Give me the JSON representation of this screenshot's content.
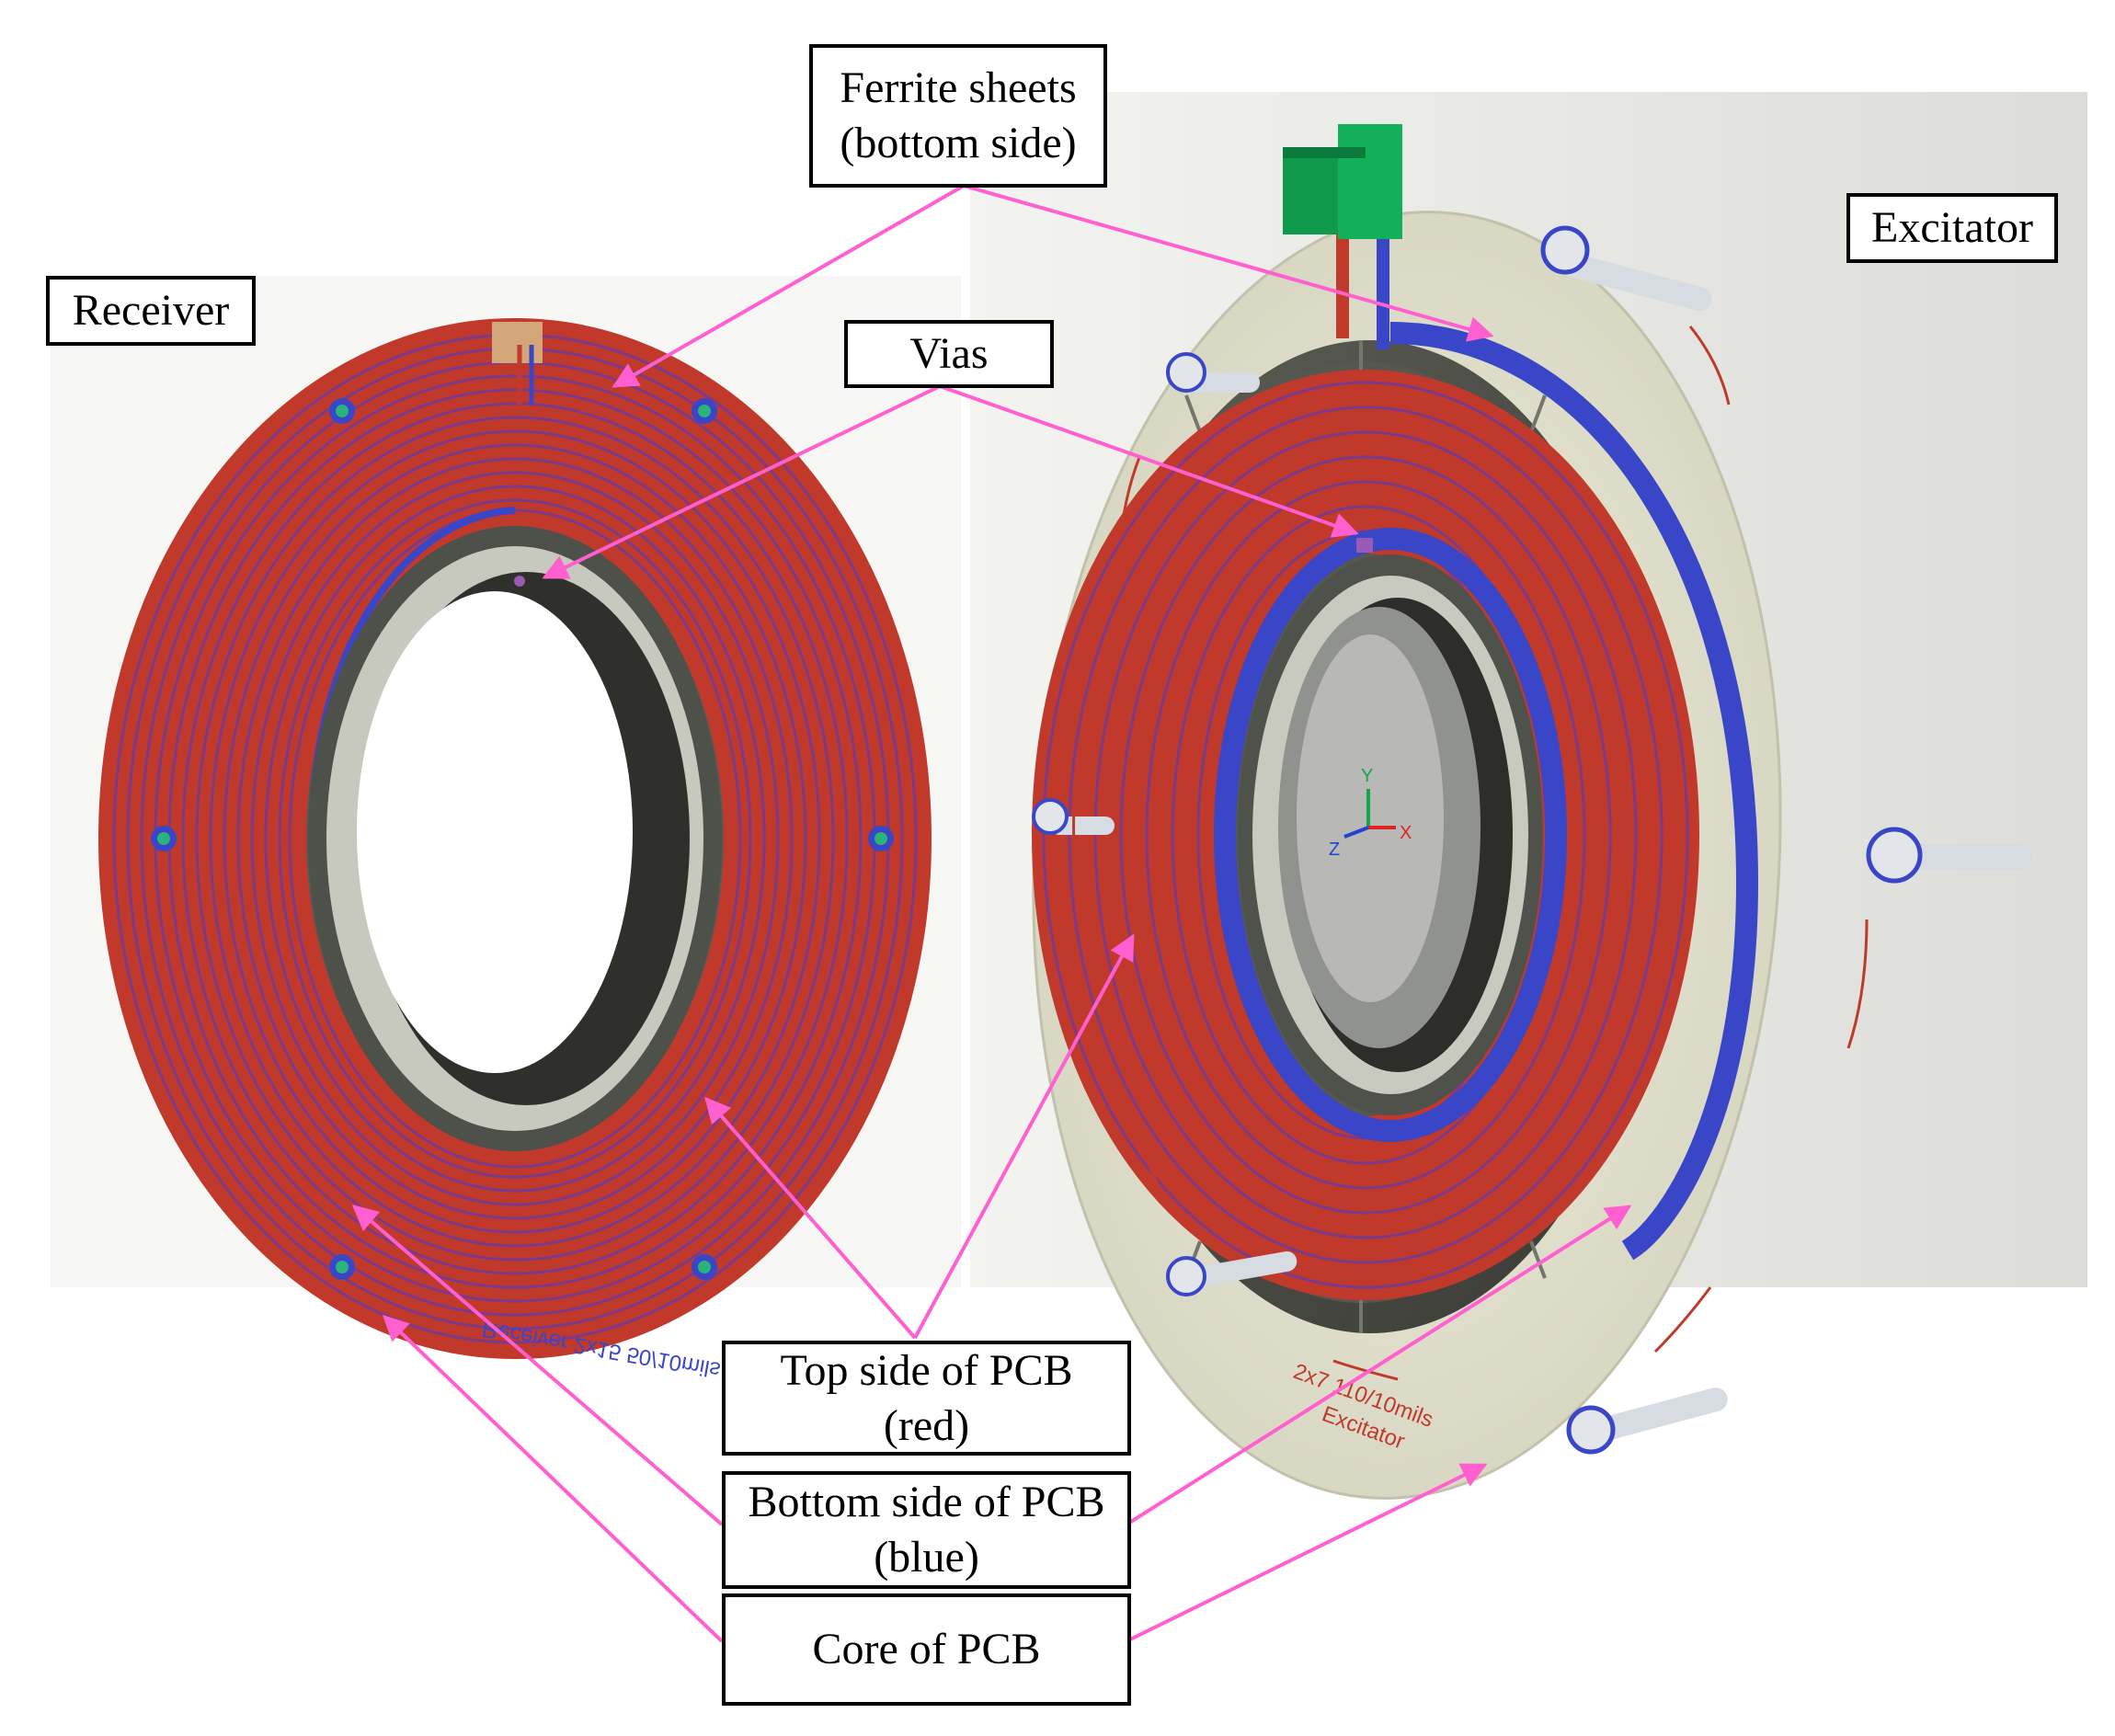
{
  "labels": {
    "ferrite": {
      "line1": "Ferrite sheets",
      "line2": "(bottom side)"
    },
    "excitator": "Excitator",
    "receiver": "Receiver",
    "vias": "Vias",
    "top_side": {
      "line1": "Top side of PCB",
      "line2": "(red)"
    },
    "bottom_side": {
      "line1": "Bottom side of PCB",
      "line2": "(blue)"
    },
    "core": "Core of PCB"
  },
  "stamps": {
    "receiver": "Receiver  2x15 50/10mils",
    "excitator_line1": "2x7  110/10mils",
    "excitator_line2": "Excitator"
  },
  "axes": {
    "x": "X",
    "y": "Y",
    "z": "Z"
  },
  "colors": {
    "top_trace": "#c0392b",
    "bottom_trace": "#3a46c8",
    "arrow": "#ff5fcf",
    "core": "#d9d9c8",
    "ferrite": "#4a4c45",
    "connector": "#0f9a4c"
  },
  "icons": [
    "screw-icon",
    "connector-icon",
    "axis-triad-icon"
  ]
}
